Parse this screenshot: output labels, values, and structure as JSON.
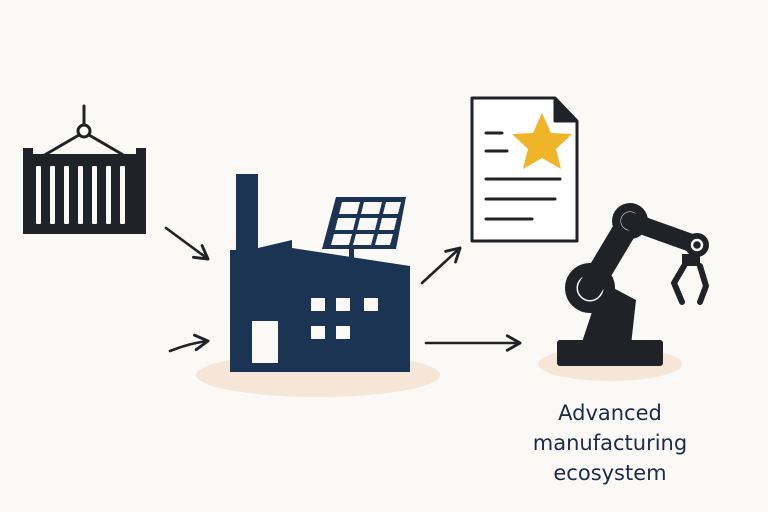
{
  "caption": {
    "lines": [
      "Advanced",
      "manufacturing",
      "ecosystem"
    ]
  },
  "icons": [
    "shipping-container-icon",
    "factory-icon",
    "solar-panel-icon",
    "certificate-document-icon",
    "star-icon",
    "robotic-arm-icon",
    "arrow-icon"
  ],
  "colors": {
    "background": "#fbf9f5",
    "navy": "#1c3454",
    "dark": "#1f2226",
    "gold": "#f0b429",
    "shadow": "#f6e6d8"
  }
}
